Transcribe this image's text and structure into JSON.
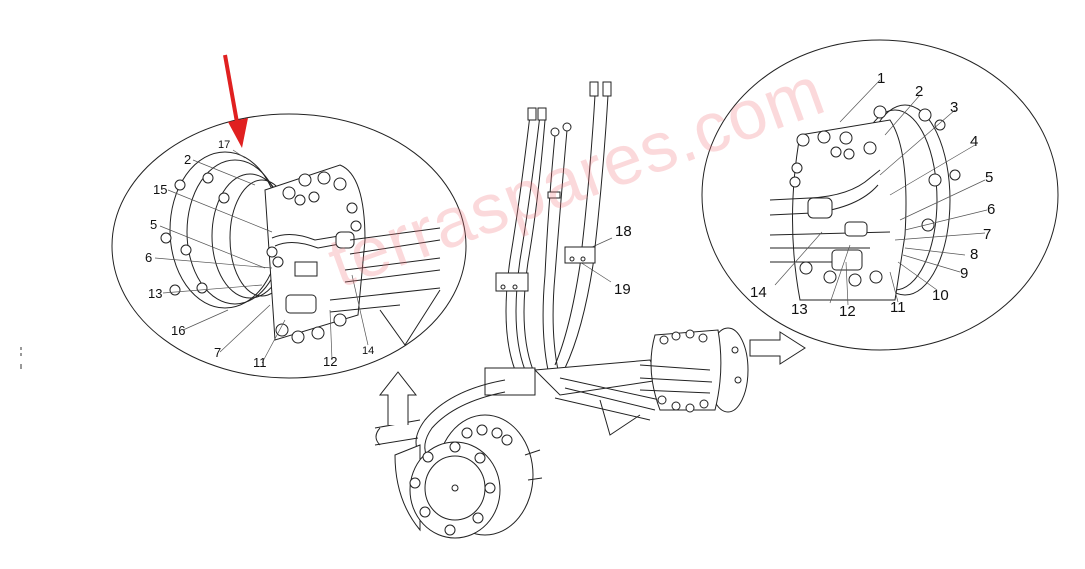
{
  "diagram": {
    "type": "exploded parts illustration",
    "subject": "hydraulic wheel motor axle assembly with hose routing",
    "watermark": "terraspares.com",
    "colors": {
      "line": "#222222",
      "pointer_arrow": "#e02020",
      "watermark": "#f0787d",
      "background": "#ffffff"
    },
    "left_detail": {
      "callouts": [
        {
          "id": "l17",
          "label": "17"
        },
        {
          "id": "l2",
          "label": "2"
        },
        {
          "id": "l15",
          "label": "15"
        },
        {
          "id": "l5",
          "label": "5"
        },
        {
          "id": "l6",
          "label": "6"
        },
        {
          "id": "l13",
          "label": "13"
        },
        {
          "id": "l16",
          "label": "16"
        },
        {
          "id": "l7",
          "label": "7"
        },
        {
          "id": "l11",
          "label": "11"
        },
        {
          "id": "l12",
          "label": "12"
        },
        {
          "id": "l14",
          "label": "14"
        }
      ]
    },
    "right_detail": {
      "callouts": [
        {
          "id": "r1",
          "label": "1"
        },
        {
          "id": "r2",
          "label": "2"
        },
        {
          "id": "r3",
          "label": "3"
        },
        {
          "id": "r4",
          "label": "4"
        },
        {
          "id": "r5",
          "label": "5"
        },
        {
          "id": "r6",
          "label": "6"
        },
        {
          "id": "r7",
          "label": "7"
        },
        {
          "id": "r8",
          "label": "8"
        },
        {
          "id": "r9",
          "label": "9"
        },
        {
          "id": "r10",
          "label": "10"
        },
        {
          "id": "r11",
          "label": "11"
        },
        {
          "id": "r12",
          "label": "12"
        },
        {
          "id": "r13",
          "label": "13"
        },
        {
          "id": "r14",
          "label": "14"
        }
      ]
    },
    "center": {
      "callouts": [
        {
          "id": "c18",
          "label": "18"
        },
        {
          "id": "c19",
          "label": "19"
        }
      ]
    }
  }
}
